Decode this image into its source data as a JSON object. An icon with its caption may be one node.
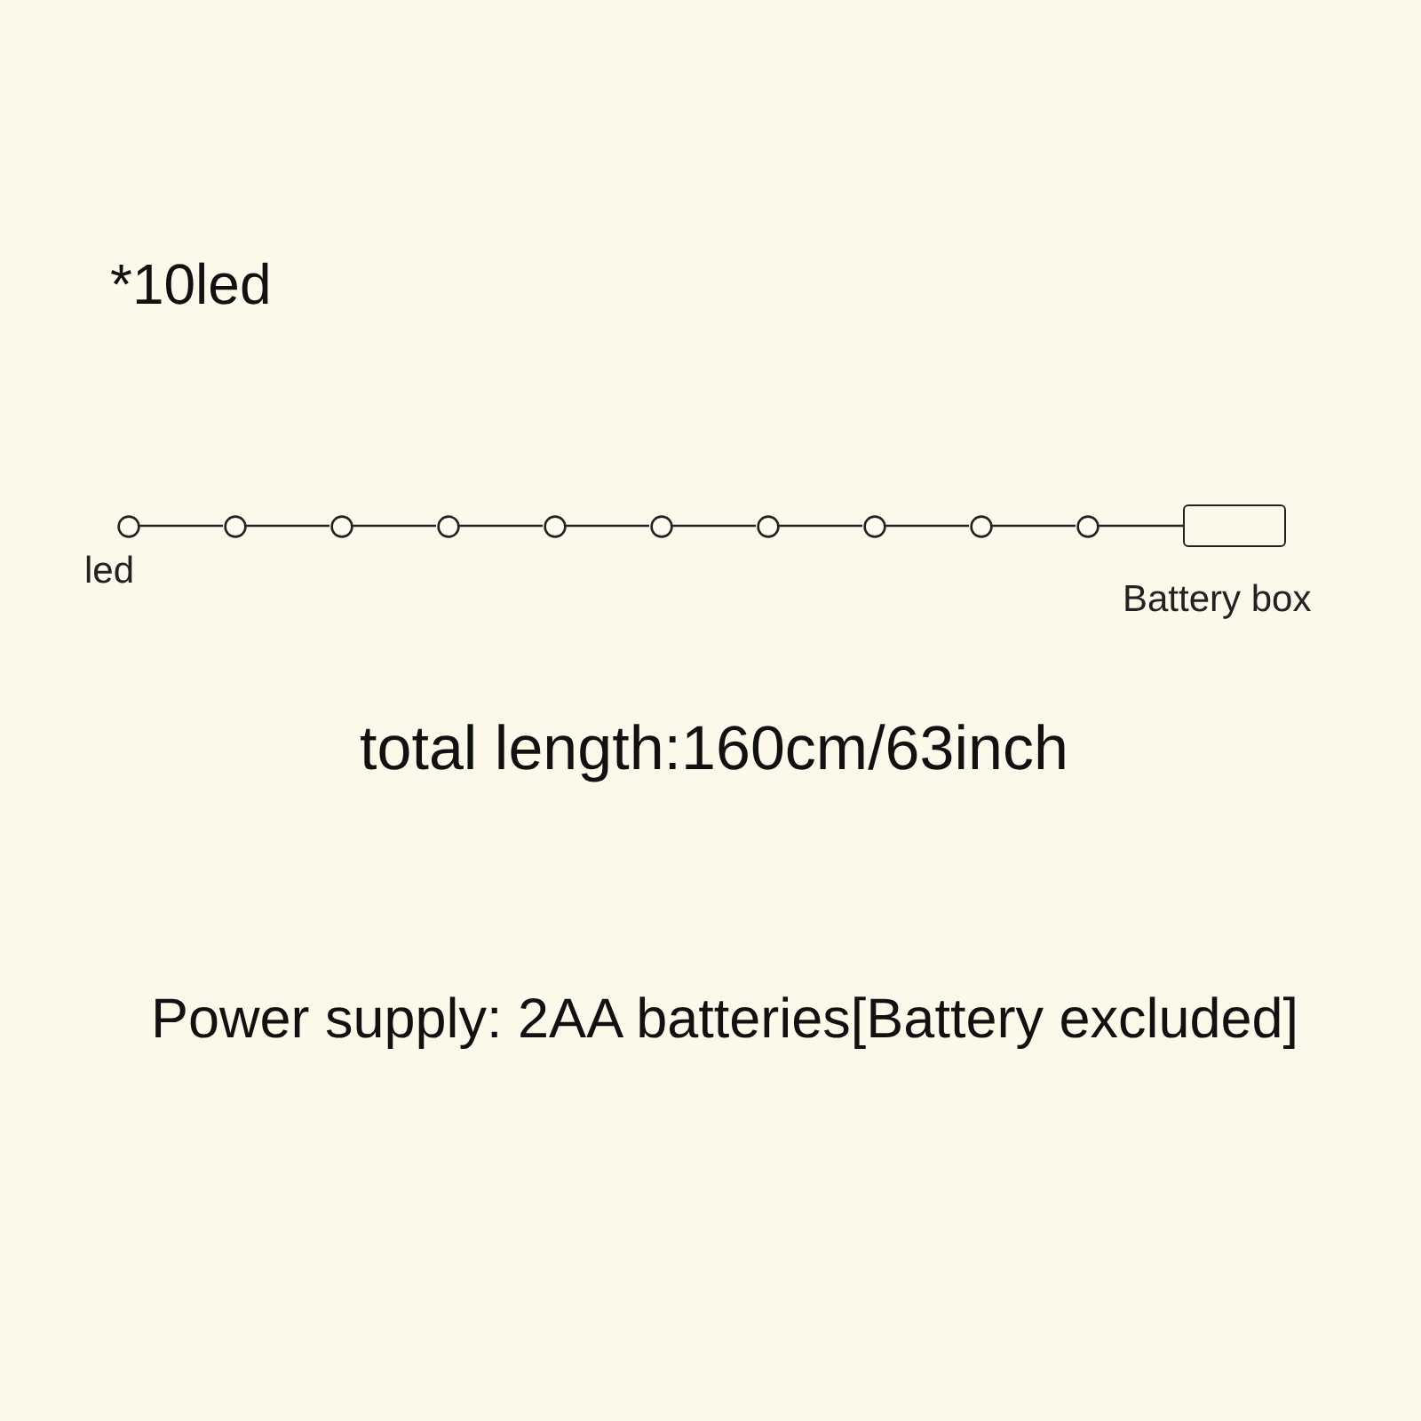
{
  "diagram": {
    "nodes": [
      {
        "text": [],
        "shape": "circle",
        "beside": [
          "led"
        ]
      },
      {
        "text": [],
        "shape": "circle"
      },
      {
        "text": [],
        "shape": "circle"
      },
      {
        "text": [],
        "shape": "circle"
      },
      {
        "text": [],
        "shape": "circle"
      },
      {
        "text": [],
        "shape": "circle"
      },
      {
        "text": [],
        "shape": "circle"
      },
      {
        "text": [],
        "shape": "circle"
      },
      {
        "text": [],
        "shape": "circle"
      },
      {
        "text": [],
        "shape": "circle"
      },
      {
        "text": [],
        "shape": "box",
        "beside": [
          "Battery box"
        ]
      }
    ],
    "edges": [
      {
        "from": 0,
        "to": 1,
        "arrow": "none"
      },
      {
        "from": 1,
        "to": 2,
        "arrow": "none"
      },
      {
        "from": 2,
        "to": 3,
        "arrow": "none"
      },
      {
        "from": 3,
        "to": 4,
        "arrow": "none"
      },
      {
        "from": 4,
        "to": 5,
        "arrow": "none"
      },
      {
        "from": 5,
        "to": 6,
        "arrow": "none"
      },
      {
        "from": 6,
        "to": 7,
        "arrow": "none"
      },
      {
        "from": 7,
        "to": 8,
        "arrow": "none"
      },
      {
        "from": 8,
        "to": 9,
        "arrow": "none"
      },
      {
        "from": 9,
        "to": 10,
        "arrow": "none"
      }
    ],
    "labels": [
      "*10led",
      "total length:160cm/63inch",
      "Power supply: 2AA batteries[Battery excluded]"
    ]
  }
}
